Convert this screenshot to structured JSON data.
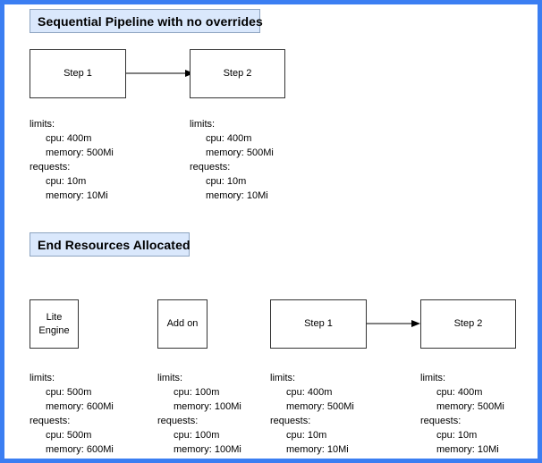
{
  "page": {
    "border_color": "#3b7ef2",
    "background": "#ffffff"
  },
  "style": {
    "badge_fill": "#dae8fc",
    "badge_border": "#8da4c0",
    "node_border": "#333333",
    "node_fill": "#ffffff"
  },
  "sections": [
    {
      "title": "Sequential Pipeline with no overrides",
      "nodes": [
        {
          "label_line1": "Step 1",
          "label_line2": ""
        },
        {
          "label_line1": "Step 2",
          "label_line2": ""
        }
      ],
      "specs": [
        {
          "limits_label": "limits:",
          "limits_cpu": "cpu: 400m",
          "limits_memory": "memory: 500Mi",
          "requests_label": "requests:",
          "requests_cpu": "cpu: 10m",
          "requests_memory": "memory: 10Mi"
        },
        {
          "limits_label": "limits:",
          "limits_cpu": "cpu: 400m",
          "limits_memory": "memory: 500Mi",
          "requests_label": "requests:",
          "requests_cpu": "cpu: 10m",
          "requests_memory": "memory: 10Mi"
        }
      ]
    },
    {
      "title": "End Resources Allocated",
      "nodes": [
        {
          "label_line1": "Lite",
          "label_line2": "Engine"
        },
        {
          "label_line1": "Add on",
          "label_line2": ""
        },
        {
          "label_line1": "Step 1",
          "label_line2": ""
        },
        {
          "label_line1": "Step 2",
          "label_line2": ""
        }
      ],
      "specs": [
        {
          "limits_label": "limits:",
          "limits_cpu": "cpu: 500m",
          "limits_memory": "memory: 600Mi",
          "requests_label": "requests:",
          "requests_cpu": "cpu: 500m",
          "requests_memory": "memory: 600Mi"
        },
        {
          "limits_label": "limits:",
          "limits_cpu": "cpu: 100m",
          "limits_memory": "memory: 100Mi",
          "requests_label": "requests:",
          "requests_cpu": "cpu: 100m",
          "requests_memory": "memory: 100Mi"
        },
        {
          "limits_label": "limits:",
          "limits_cpu": "cpu: 400m",
          "limits_memory": "memory: 500Mi",
          "requests_label": "requests:",
          "requests_cpu": "cpu: 10m",
          "requests_memory": "memory: 10Mi"
        },
        {
          "limits_label": "limits:",
          "limits_cpu": "cpu: 400m",
          "limits_memory": "memory: 500Mi",
          "requests_label": "requests:",
          "requests_cpu": "cpu: 10m",
          "requests_memory": "memory: 10Mi"
        }
      ]
    }
  ]
}
